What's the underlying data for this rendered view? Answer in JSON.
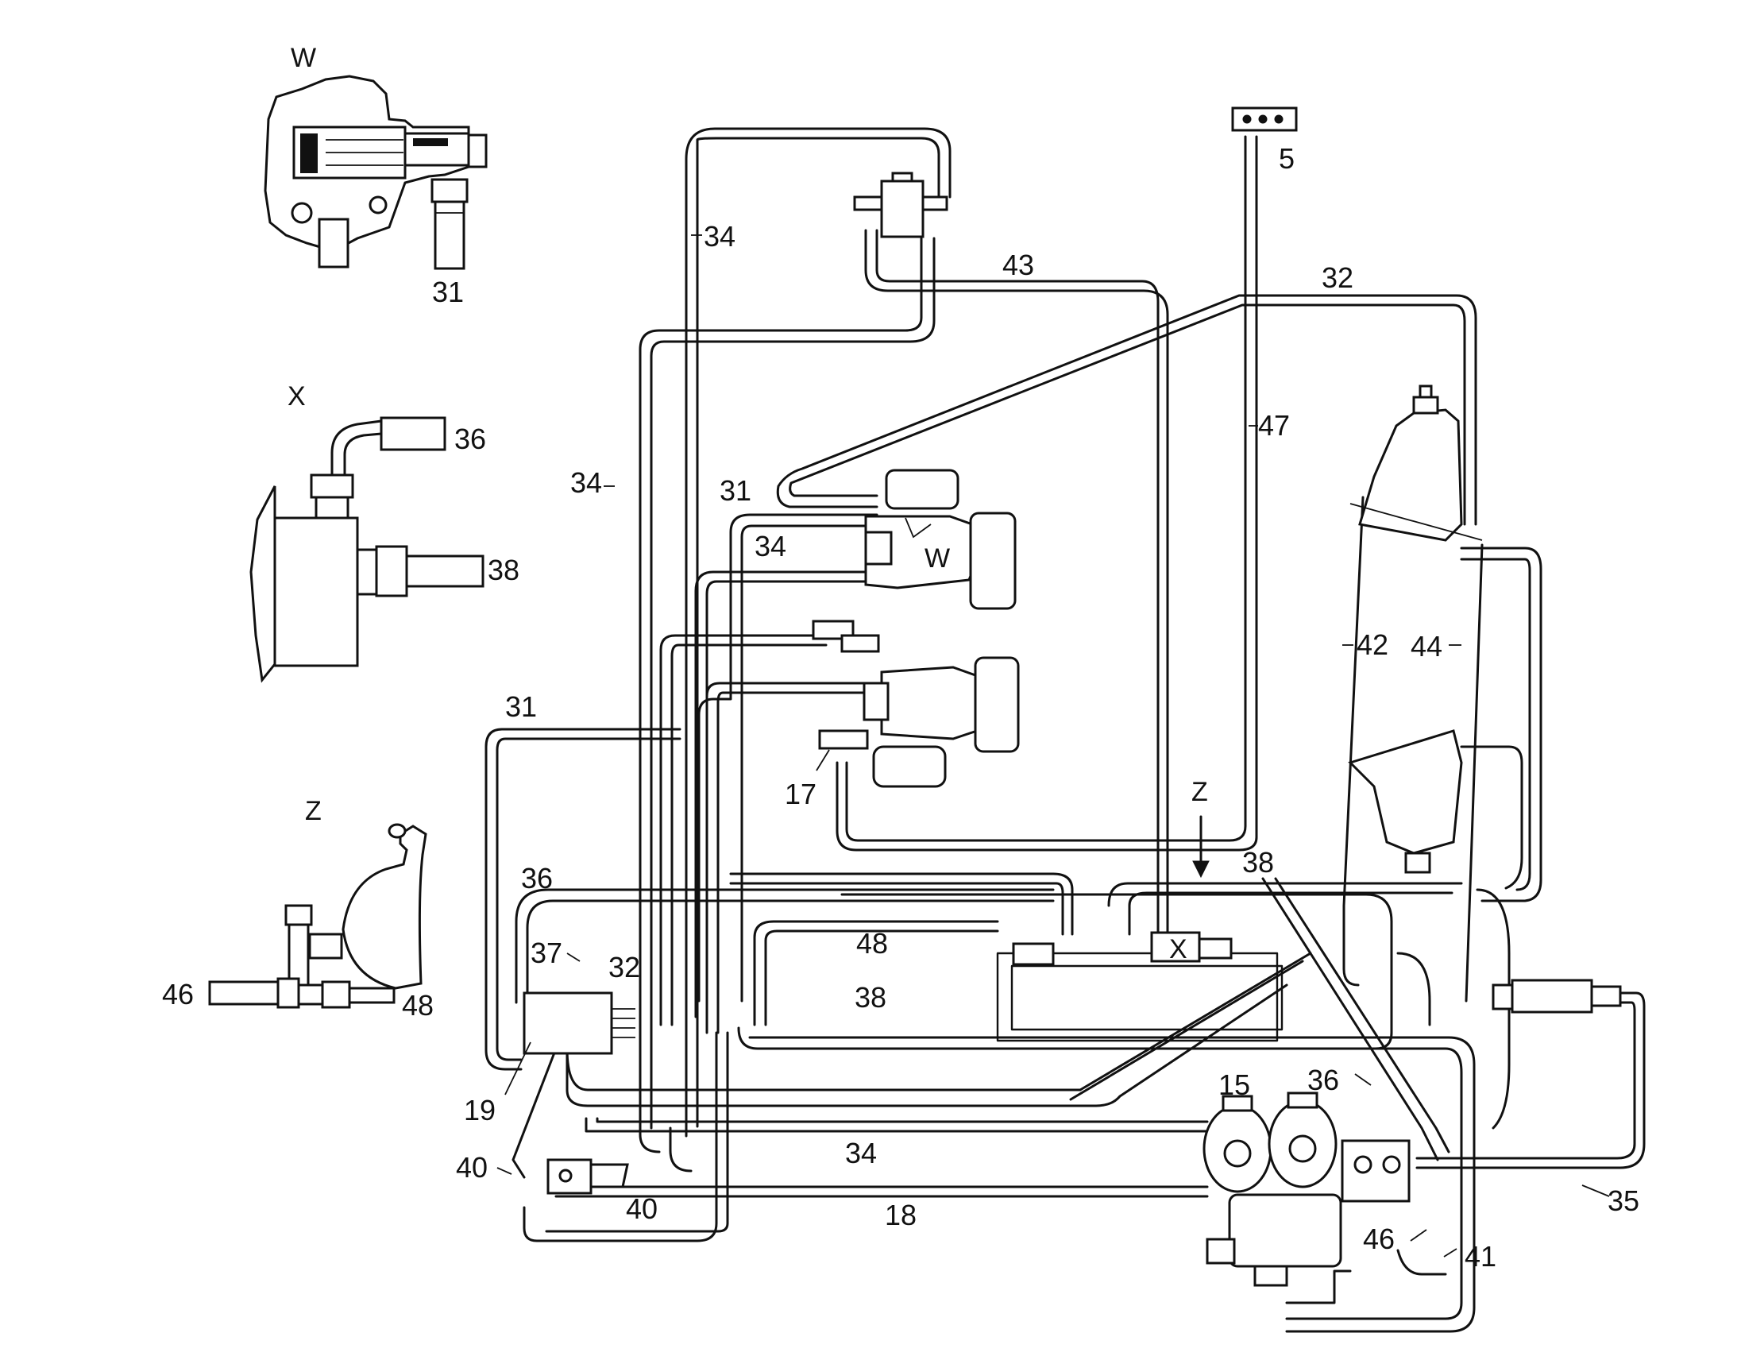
{
  "detail_views": {
    "w": {
      "letter": "W",
      "labels": [
        "31"
      ]
    },
    "x": {
      "letter": "X",
      "labels": [
        "36",
        "38"
      ]
    },
    "z": {
      "letter": "Z",
      "labels": [
        "46",
        "48"
      ]
    }
  },
  "main_letters": {
    "w": "W",
    "x": "X",
    "z": "Z"
  },
  "callouts": {
    "c5": "5",
    "c15": "15",
    "c17": "17",
    "c18": "18",
    "c19": "19",
    "c31a": "31",
    "c31b": "31",
    "c32a": "32",
    "c32b": "32",
    "c34a": "34",
    "c34b": "34",
    "c34c": "34",
    "c34d": "34",
    "c35": "35",
    "c36a": "36",
    "c36b": "36",
    "c37": "37",
    "c38a": "38",
    "c38b": "38",
    "c40a": "40",
    "c40b": "40",
    "c41": "41",
    "c42": "42",
    "c43": "43",
    "c44": "44",
    "c46": "46",
    "c47": "47",
    "c48": "48"
  }
}
